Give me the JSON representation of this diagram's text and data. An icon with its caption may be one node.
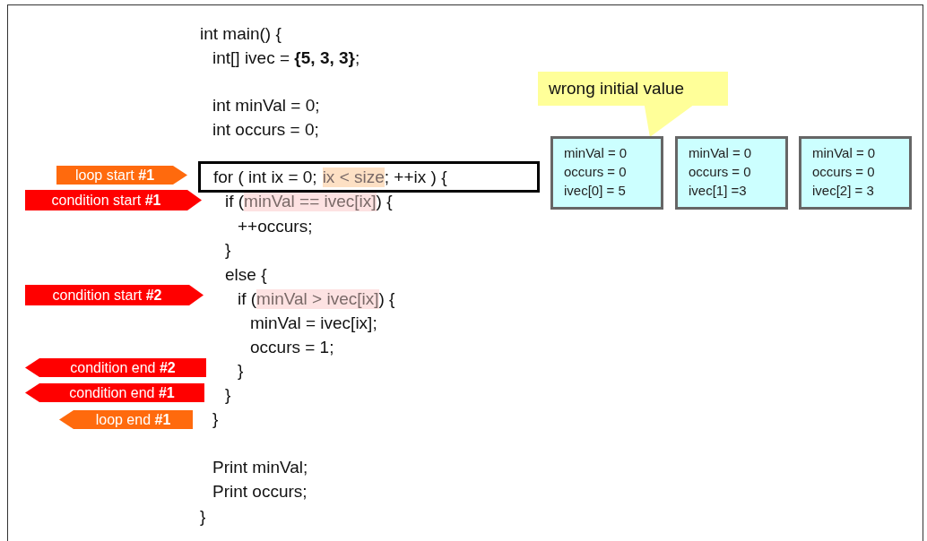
{
  "diagram": {
    "nodes": [
      {
        "text": [
          "wrong initial value"
        ]
      },
      {
        "text": [
          "minVal = 0",
          "occurs = 0",
          "ivec[0] = 5"
        ]
      },
      {
        "text": [
          "minVal = 0",
          "occurs = 0",
          "ivec[1] =3"
        ]
      },
      {
        "text": [
          "minVal = 0",
          "occurs = 0",
          "ivec[2] = 3"
        ]
      },
      {
        "text": [
          "loop start **#1**"
        ]
      },
      {
        "text": [
          "for ( int ix = 0;",
          "ix < size",
          "; ++ix ) {"
        ]
      },
      {
        "text": [
          "condition start **#1**"
        ]
      },
      {
        "text": [
          "condition start **#2**"
        ]
      },
      {
        "text": [
          "condition end **#2**"
        ]
      },
      {
        "text": [
          "condition end **#1**"
        ]
      },
      {
        "text": [
          "loop end **#1**"
        ]
      }
    ],
    "edges": [
      {
        "from": 0,
        "to": 1,
        "arrow": "to"
      }
    ],
    "labels": [
      "int main() {",
      "int[] ivec = **{5, 3, 3}**;",
      "int minVal = 0;",
      "int occurs = 0;",
      "if (",
      "minVal == ivec[ix]",
      ") {",
      "++occurs;",
      "}",
      "else {",
      "if (",
      "minVal > ivec[ix]",
      ") {",
      "minVal = ivec[ix];",
      "occurs = 1;",
      "}",
      "}",
      "}",
      "Print minVal;",
      "Print occurs;",
      "}"
    ]
  }
}
